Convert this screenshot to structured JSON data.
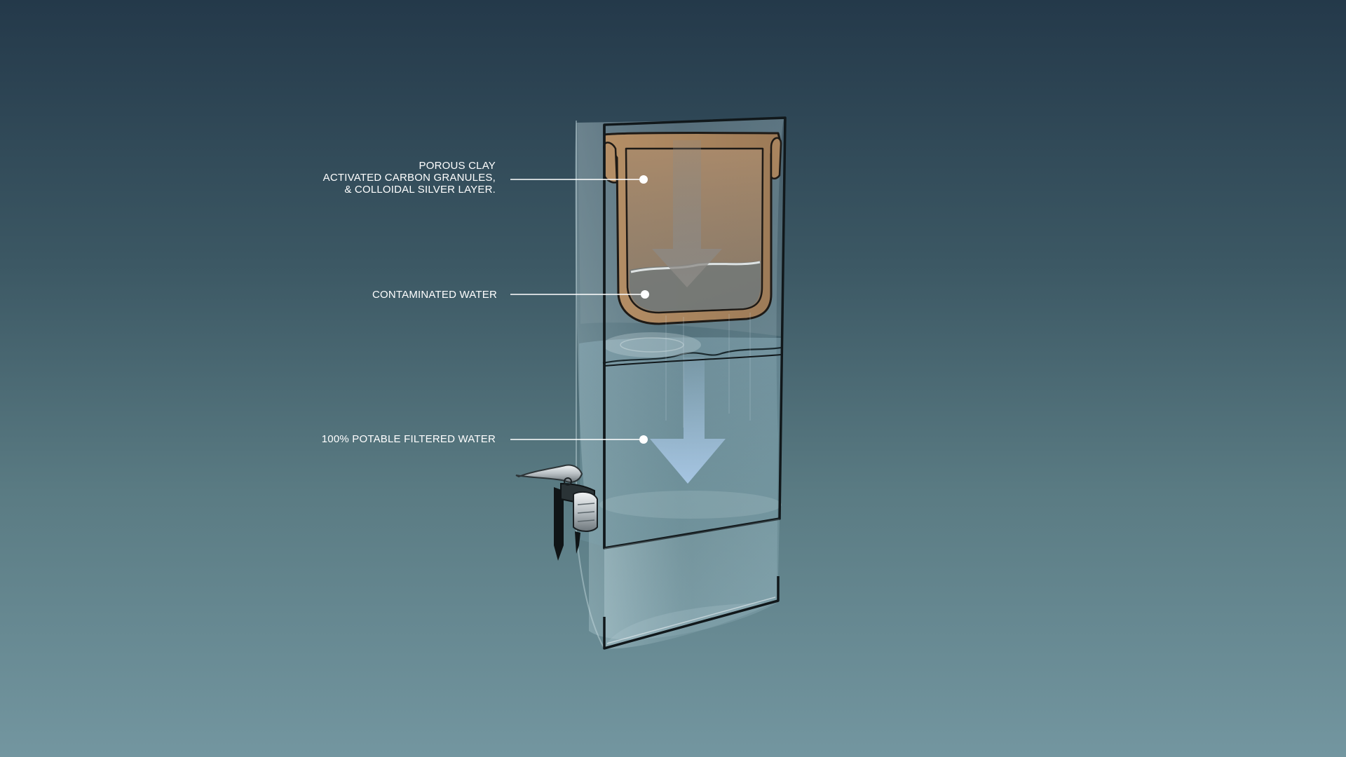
{
  "diagram": {
    "callouts": [
      {
        "id": "filter",
        "lines": [
          "POROUS CLAY",
          "ACTIVATED CARBON GRANULES,",
          "& COLLOIDAL SILVER LAYER."
        ]
      },
      {
        "id": "contaminated",
        "lines": [
          "CONTAMINATED WATER"
        ]
      },
      {
        "id": "potable",
        "lines": [
          "100% POTABLE FILTERED WATER"
        ]
      }
    ],
    "colors": {
      "background_top": "#24394a",
      "background_bottom": "#7396a0",
      "clay": "#b08a62",
      "clay_outline": "#1e1a16",
      "flow_arrow": "#a9c8e6",
      "leader_line": "#ffffff"
    }
  }
}
